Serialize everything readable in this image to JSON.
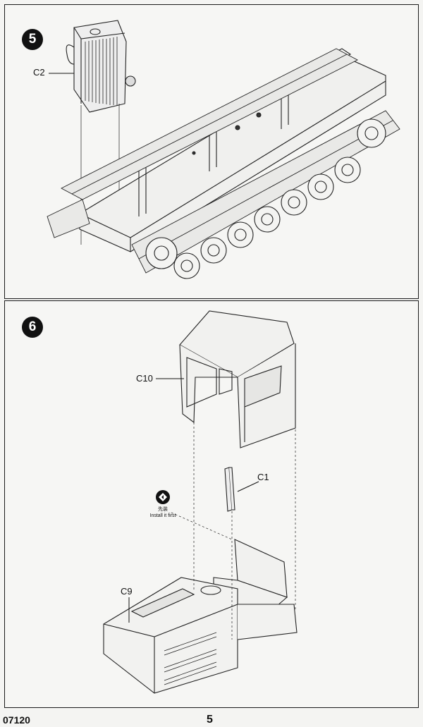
{
  "steps": [
    {
      "number": "5",
      "parts": [
        {
          "id": "C2"
        }
      ]
    },
    {
      "number": "6",
      "parts": [
        {
          "id": "C10"
        },
        {
          "id": "C1"
        },
        {
          "id": "C9"
        }
      ],
      "note": {
        "zh": "先装",
        "en": "Install it first",
        "icon": "install-first-icon"
      }
    }
  ],
  "footer": {
    "kit_code": "07120",
    "page_number": "5"
  }
}
